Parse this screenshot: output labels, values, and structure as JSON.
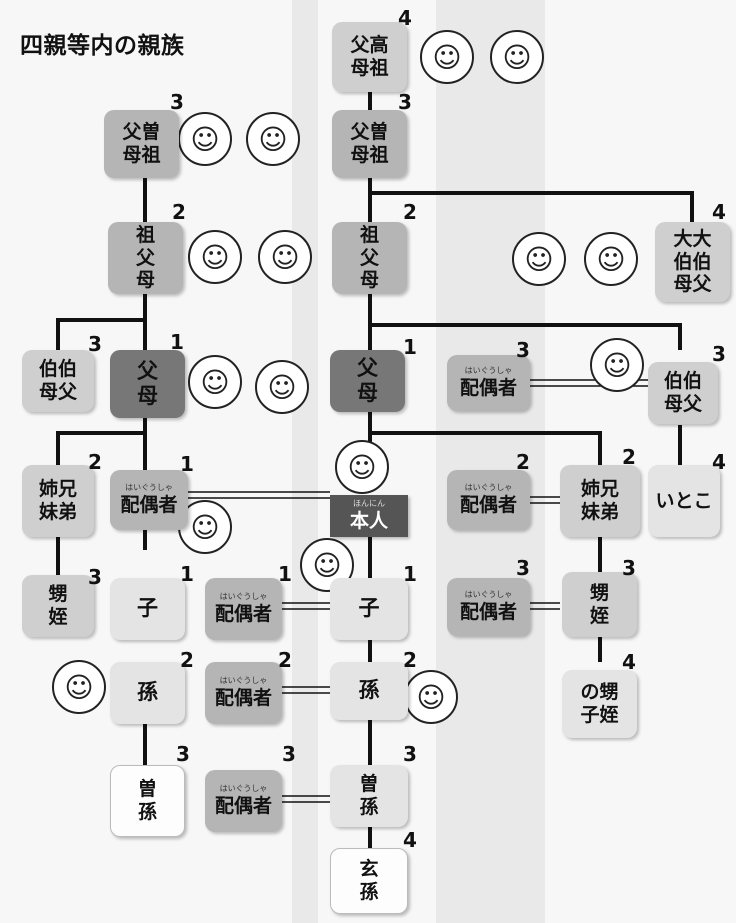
{
  "title": "四親等内の親族",
  "nodes": [
    {
      "id": "koso",
      "label": "父高\n母祖",
      "degree": "4"
    },
    {
      "id": "soso_l",
      "label": "父曽\n母祖",
      "degree": "3"
    },
    {
      "id": "soso_c",
      "label": "父曽\n母祖",
      "degree": "3"
    },
    {
      "id": "sofubo_l",
      "label": "祖\n父\n母",
      "degree": "2"
    },
    {
      "id": "sofubo_c",
      "label": "祖\n父\n母",
      "degree": "2"
    },
    {
      "id": "oooji",
      "label": "大大\n伯伯\n母父",
      "degree": "4"
    },
    {
      "id": "oji_l",
      "label": "伯伯\n母父",
      "degree": "3"
    },
    {
      "id": "fubo_l",
      "label": "父\n母",
      "degree": "1"
    },
    {
      "id": "fubo_c",
      "label": "父\n母",
      "degree": "1"
    },
    {
      "id": "haigusha_oji",
      "ruby": "はいぐうしゃ",
      "label": "配偶者",
      "degree": "3"
    },
    {
      "id": "oji_r",
      "label": "伯伯\n母父",
      "degree": "3"
    },
    {
      "id": "kyodai_l",
      "label": "姉兄\n妹弟",
      "degree": "2"
    },
    {
      "id": "haigusha_l",
      "ruby": "はいぐうしゃ",
      "label": "配偶者",
      "degree": "1"
    },
    {
      "id": "honnin",
      "ruby": "ほんにん",
      "label": "本人",
      "degree": ""
    },
    {
      "id": "haigusha_kyodai",
      "ruby": "はいぐうしゃ",
      "label": "配偶者",
      "degree": "2"
    },
    {
      "id": "kyodai_r",
      "label": "姉兄\n妹弟",
      "degree": "2"
    },
    {
      "id": "itoko",
      "label": "いとこ",
      "degree": "4"
    },
    {
      "id": "oimei_l",
      "label": "甥\n姪",
      "degree": "3"
    },
    {
      "id": "ko_l",
      "label": "子",
      "degree": "1"
    },
    {
      "id": "haigusha_ko",
      "ruby": "はいぐうしゃ",
      "label": "配偶者",
      "degree": "1"
    },
    {
      "id": "ko_c",
      "label": "子",
      "degree": "1"
    },
    {
      "id": "haigusha_oimei",
      "ruby": "はいぐうしゃ",
      "label": "配偶者",
      "degree": "3"
    },
    {
      "id": "oimei_r",
      "label": "甥\n姪",
      "degree": "3"
    },
    {
      "id": "mago_l",
      "label": "孫",
      "degree": "2"
    },
    {
      "id": "haigusha_mago",
      "ruby": "はいぐうしゃ",
      "label": "配偶者",
      "degree": "2"
    },
    {
      "id": "mago_c",
      "label": "孫",
      "degree": "2"
    },
    {
      "id": "oimeinoko",
      "label": "の甥\n子姪",
      "degree": "4"
    },
    {
      "id": "himago_l",
      "label": "曽\n孫",
      "degree": "3"
    },
    {
      "id": "haigusha_himago",
      "ruby": "はいぐうしゃ",
      "label": "配偶者",
      "degree": "3"
    },
    {
      "id": "himago_c",
      "label": "曽\n孫",
      "degree": "3"
    },
    {
      "id": "genson",
      "label": "玄\n孫",
      "degree": "4"
    }
  ]
}
